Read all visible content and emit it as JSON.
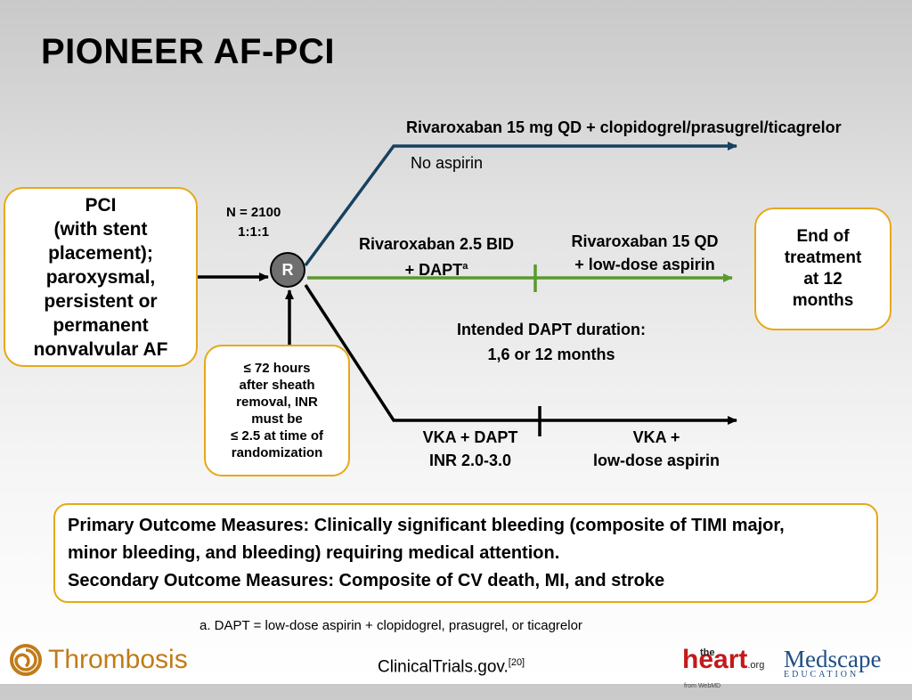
{
  "slide": {
    "title": "PIONEER AF-PCI",
    "colors": {
      "title_text": "#000000",
      "box_border": "#e6a817",
      "top_arm": "#17415f",
      "middle_arm": "#5a9a2e",
      "bottom_arm": "#000000"
    }
  },
  "pci_box": {
    "lines": [
      "PCI",
      "(with stent",
      "placement);",
      "paroxysmal,",
      "persistent or",
      "permanent",
      "nonvalvular AF"
    ]
  },
  "randomization": {
    "n_label": "N = 2100",
    "ratio_label": "1:1:1",
    "node_label": "R"
  },
  "timing_box": {
    "lines": [
      "≤ 72 hours",
      "after sheath",
      "removal, INR",
      "must be",
      "≤ 2.5 at time of",
      "randomization"
    ]
  },
  "arm_top": {
    "label": "Rivaroxaban 15 mg QD + clopidogrel/prasugrel/ticagrelor",
    "sublabel": "No aspirin"
  },
  "arm_middle": {
    "phase1_line1": "Rivaroxaban 2.5 BID",
    "phase1_line2": "+ DAPT",
    "phase1_sup": "a",
    "phase2_line1": "Rivaroxaban 15 QD",
    "phase2_line2": "+ low-dose aspirin"
  },
  "dapt_duration": {
    "line1": "Intended DAPT duration:",
    "line2": "1,6 or 12 months"
  },
  "arm_bottom": {
    "phase1_line1": "VKA + DAPT",
    "phase1_line2": "INR 2.0-3.0",
    "phase2_line1": "VKA +",
    "phase2_line2": "low-dose aspirin"
  },
  "end_box": {
    "lines": [
      "End of",
      "treatment",
      "at 12",
      "months"
    ]
  },
  "outcomes": {
    "line1": "Primary Outcome Measures: Clinically significant bleeding (composite of TIMI major,",
    "line2": "minor bleeding, and bleeding) requiring medical attention.",
    "line3": "Secondary Outcome Measures: Composite of CV death, MI, and stroke"
  },
  "footnote": "a. DAPT = low-dose aspirin + clopidogrel, prasugrel, or ticagrelor",
  "source": {
    "text": "ClinicalTrials.gov.",
    "ref": "[20]"
  },
  "logos": {
    "thrombosis": {
      "text": "Thrombosis",
      "icon": "thrombosis-spiral-icon"
    },
    "theheart": {
      "the": "the",
      "heart": "heart",
      "org": ".org",
      "from": "from WebMD"
    },
    "medscape": {
      "line1": "Medscape",
      "line2": "EDUCATION"
    }
  }
}
